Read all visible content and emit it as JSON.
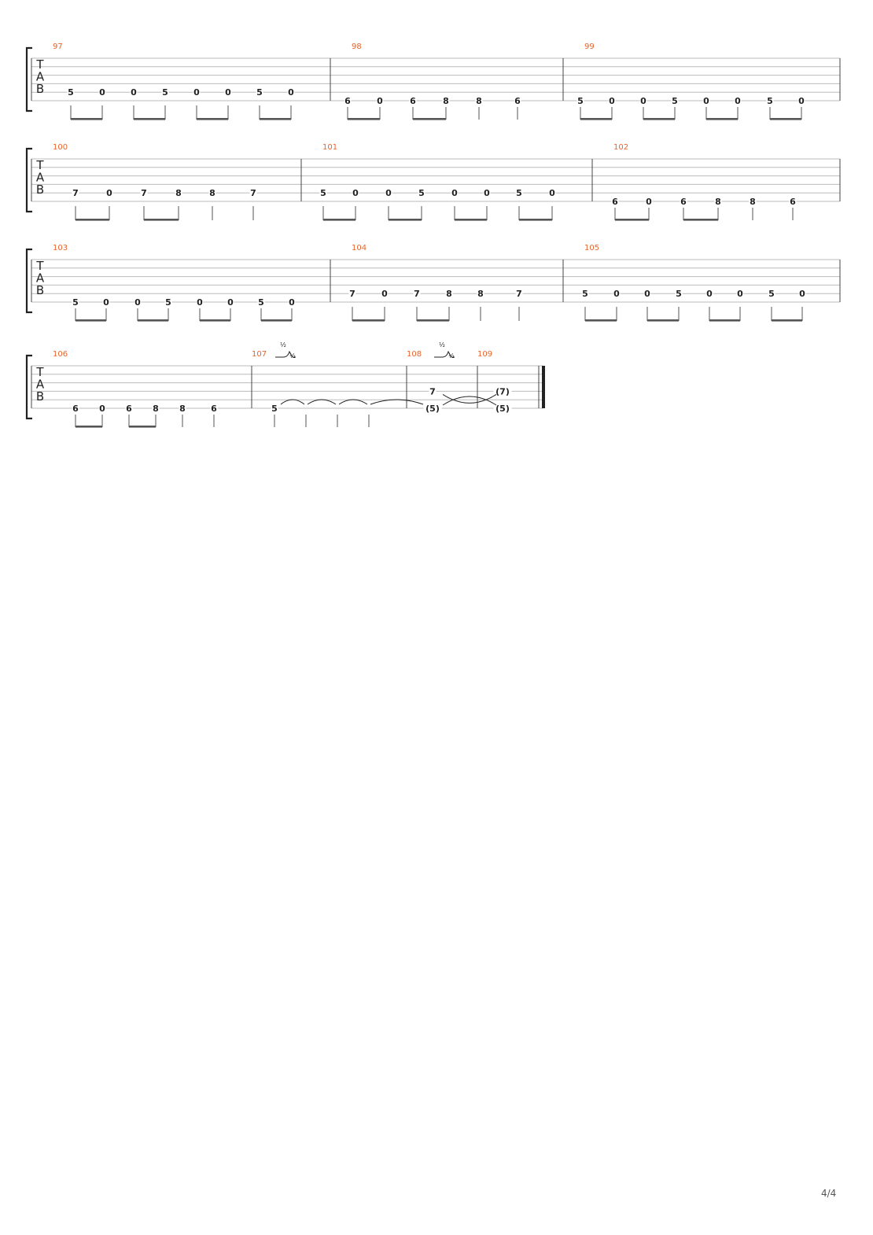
{
  "tab_clef": [
    "T",
    "A",
    "B"
  ],
  "page_number": "4/4",
  "bend_label": "½",
  "systems": [
    {
      "measures": [
        {
          "number": "97",
          "notes": [
            {
              "fret": "5",
              "string": 4
            },
            {
              "fret": "0",
              "string": 4
            },
            {
              "fret": "0",
              "string": 4
            },
            {
              "fret": "5",
              "string": 4
            },
            {
              "fret": "0",
              "string": 4
            },
            {
              "fret": "0",
              "string": 4
            },
            {
              "fret": "5",
              "string": 4
            },
            {
              "fret": "0",
              "string": 4
            }
          ],
          "beams": [
            [
              0,
              1
            ],
            [
              2,
              3
            ],
            [
              4,
              5
            ],
            [
              6,
              7
            ]
          ]
        },
        {
          "number": "98",
          "notes": [
            {
              "fret": "6",
              "string": 5
            },
            {
              "fret": "0",
              "string": 5
            },
            {
              "fret": "6",
              "string": 5
            },
            {
              "fret": "8",
              "string": 5
            },
            {
              "fret": "8",
              "string": 5
            },
            {
              "fret": "6",
              "string": 5
            }
          ],
          "beams": [
            [
              0,
              1
            ],
            [
              2,
              3
            ]
          ]
        },
        {
          "number": "99",
          "notes": [
            {
              "fret": "5",
              "string": 5
            },
            {
              "fret": "0",
              "string": 5
            },
            {
              "fret": "0",
              "string": 5
            },
            {
              "fret": "5",
              "string": 5
            },
            {
              "fret": "0",
              "string": 5
            },
            {
              "fret": "0",
              "string": 5
            },
            {
              "fret": "5",
              "string": 5
            },
            {
              "fret": "0",
              "string": 5
            }
          ],
          "beams": [
            [
              0,
              1
            ],
            [
              2,
              3
            ],
            [
              4,
              5
            ],
            [
              6,
              7
            ]
          ]
        }
      ]
    },
    {
      "measures": [
        {
          "number": "100",
          "notes": [
            {
              "fret": "7",
              "string": 4
            },
            {
              "fret": "0",
              "string": 4
            },
            {
              "fret": "7",
              "string": 4
            },
            {
              "fret": "8",
              "string": 4
            },
            {
              "fret": "8",
              "string": 4
            },
            {
              "fret": "7",
              "string": 4
            }
          ],
          "beams": [
            [
              0,
              1
            ],
            [
              2,
              3
            ]
          ]
        },
        {
          "number": "101",
          "notes": [
            {
              "fret": "5",
              "string": 4
            },
            {
              "fret": "0",
              "string": 4
            },
            {
              "fret": "0",
              "string": 4
            },
            {
              "fret": "5",
              "string": 4
            },
            {
              "fret": "0",
              "string": 4
            },
            {
              "fret": "0",
              "string": 4
            },
            {
              "fret": "5",
              "string": 4
            },
            {
              "fret": "0",
              "string": 4
            }
          ],
          "beams": [
            [
              0,
              1
            ],
            [
              2,
              3
            ],
            [
              4,
              5
            ],
            [
              6,
              7
            ]
          ]
        },
        {
          "number": "102",
          "notes": [
            {
              "fret": "6",
              "string": 5
            },
            {
              "fret": "0",
              "string": 5
            },
            {
              "fret": "6",
              "string": 5
            },
            {
              "fret": "8",
              "string": 5
            },
            {
              "fret": "8",
              "string": 5
            },
            {
              "fret": "6",
              "string": 5
            }
          ],
          "beams": [
            [
              0,
              1
            ],
            [
              2,
              3
            ]
          ]
        }
      ]
    },
    {
      "measures": [
        {
          "number": "103",
          "notes": [
            {
              "fret": "5",
              "string": 5
            },
            {
              "fret": "0",
              "string": 5
            },
            {
              "fret": "0",
              "string": 5
            },
            {
              "fret": "5",
              "string": 5
            },
            {
              "fret": "0",
              "string": 5
            },
            {
              "fret": "0",
              "string": 5
            },
            {
              "fret": "5",
              "string": 5
            },
            {
              "fret": "0",
              "string": 5
            }
          ],
          "beams": [
            [
              0,
              1
            ],
            [
              2,
              3
            ],
            [
              4,
              5
            ],
            [
              6,
              7
            ]
          ]
        },
        {
          "number": "104",
          "notes": [
            {
              "fret": "7",
              "string": 4
            },
            {
              "fret": "0",
              "string": 4
            },
            {
              "fret": "7",
              "string": 4
            },
            {
              "fret": "8",
              "string": 4
            },
            {
              "fret": "8",
              "string": 4
            },
            {
              "fret": "7",
              "string": 4
            }
          ],
          "beams": [
            [
              0,
              1
            ],
            [
              2,
              3
            ]
          ]
        },
        {
          "number": "105",
          "notes": [
            {
              "fret": "5",
              "string": 4
            },
            {
              "fret": "0",
              "string": 4
            },
            {
              "fret": "0",
              "string": 4
            },
            {
              "fret": "5",
              "string": 4
            },
            {
              "fret": "0",
              "string": 4
            },
            {
              "fret": "0",
              "string": 4
            },
            {
              "fret": "5",
              "string": 4
            },
            {
              "fret": "0",
              "string": 4
            }
          ],
          "beams": [
            [
              0,
              1
            ],
            [
              2,
              3
            ],
            [
              4,
              5
            ],
            [
              6,
              7
            ]
          ]
        }
      ]
    },
    {
      "measures": [
        {
          "number": "106",
          "notes": [
            {
              "fret": "6",
              "string": 5
            },
            {
              "fret": "0",
              "string": 5
            },
            {
              "fret": "6",
              "string": 5
            },
            {
              "fret": "8",
              "string": 5
            },
            {
              "fret": "8",
              "string": 5
            },
            {
              "fret": "6",
              "string": 5
            }
          ],
          "beams": [
            [
              0,
              1
            ],
            [
              2,
              3
            ]
          ]
        },
        {
          "number": "107",
          "notes": [
            {
              "fret": "5",
              "string": 5
            },
            {
              "fret": "",
              "string": 5
            },
            {
              "fret": "",
              "string": 5
            },
            {
              "fret": "",
              "string": 5
            }
          ],
          "beams": [],
          "bend": true
        },
        {
          "number": "108",
          "notes": [
            {
              "fret": "7",
              "string": 3
            },
            {
              "fret": "(5)",
              "string": 5
            }
          ],
          "beams": [],
          "bend": true
        },
        {
          "number": "109",
          "notes": [
            {
              "fret": "(7)",
              "string": 3
            },
            {
              "fret": "(5)",
              "string": 5
            }
          ],
          "beams": []
        }
      ]
    }
  ]
}
